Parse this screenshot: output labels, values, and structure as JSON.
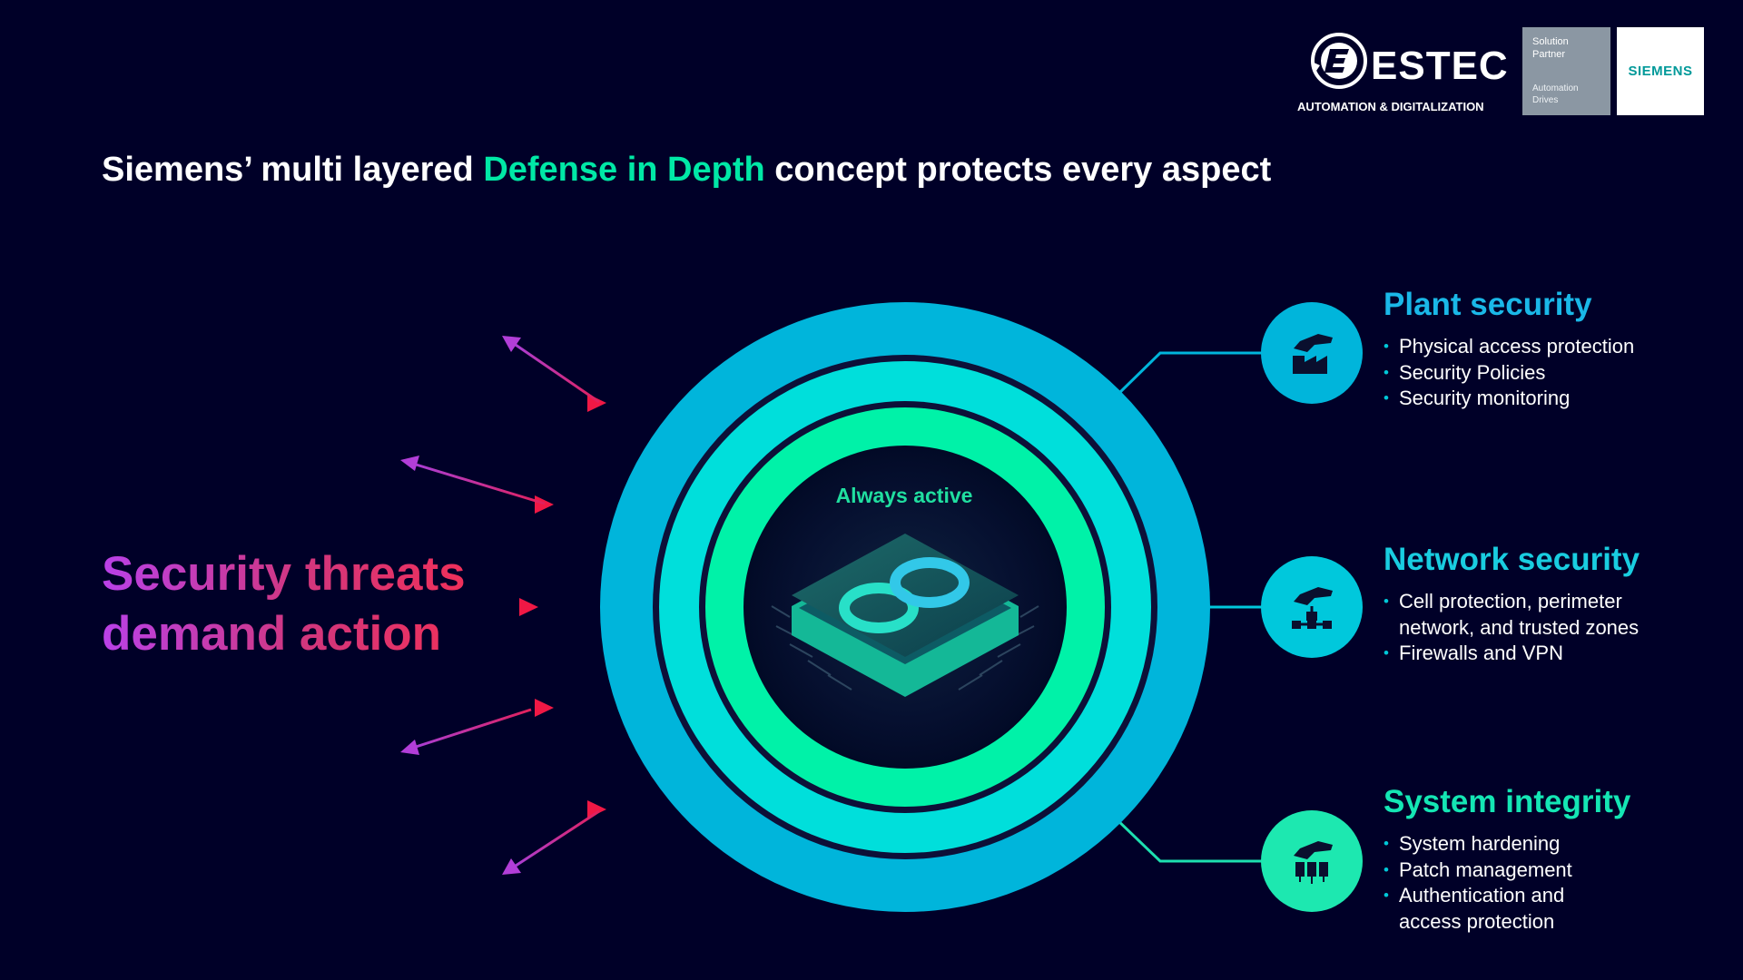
{
  "branding": {
    "estec_name": "ESTEC",
    "estec_tagline": "AUTOMATION & DIGITALIZATION",
    "partner_line1": "Solution",
    "partner_line2": "Partner",
    "partner_line3": "Automation",
    "partner_line4": "Drives",
    "siemens": "SIEMENS"
  },
  "headline": {
    "prefix": "Siemens’ multi layered ",
    "highlight": "Defense in Depth",
    "suffix": " concept protects every aspect"
  },
  "threats": {
    "line1": "Security threats",
    "line2": "demand action"
  },
  "core": {
    "label": "Always active"
  },
  "layers": [
    {
      "title": "Plant security",
      "title_color": "#1ab8e8",
      "icon": "factory-hand-icon",
      "bullets": [
        "Physical access protection",
        "Security Policies",
        "Security monitoring"
      ]
    },
    {
      "title": "Network security",
      "title_color": "#19cde0",
      "icon": "network-hand-icon",
      "bullets": [
        "Cell protection, perimeter",
        "network, and trusted zones",
        "Firewalls and VPN"
      ]
    },
    {
      "title": "System integrity",
      "title_color": "#14e6b4",
      "icon": "servers-hand-icon",
      "bullets": [
        "System hardening",
        "Patch management",
        "Authentication and",
        "access protection"
      ]
    }
  ],
  "colors": {
    "background": "#000028",
    "accent_green": "#00e8a6",
    "ring_outer": "#00b5db",
    "ring_middle": "#00dfdb",
    "ring_inner": "#00f2a8",
    "threat_red": "#e8173d",
    "threat_purple": "#b941e8"
  }
}
